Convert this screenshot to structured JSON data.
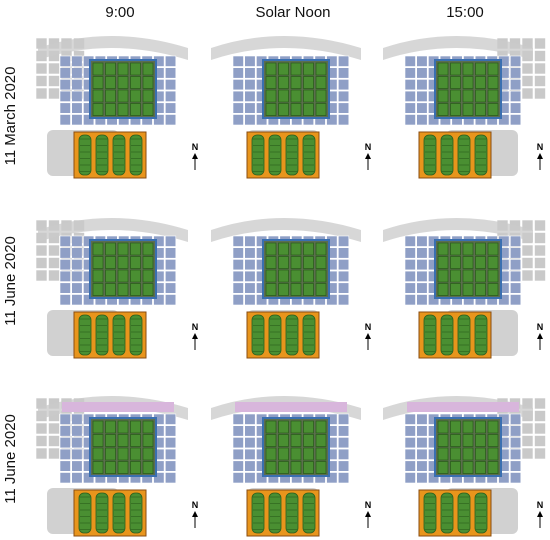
{
  "columns": [
    "9:00",
    "Solar Noon",
    "15:00"
  ],
  "rows": [
    {
      "date": "11 March 2020"
    },
    {
      "date": "11 June 2020"
    },
    {
      "date": "11 June 2020"
    }
  ],
  "north_label": "N",
  "colors": {
    "shadow": "#c9c9c9",
    "shadow_dark": "#8f8f8f",
    "pv_panel": "#8f9fc6",
    "pv_panel_pale": "#b7c0de",
    "pink_panel": "#d8b6dc",
    "field_border": "#3a6fb0",
    "crop": "#4a8f32",
    "crop_dark": "#2b5e1c",
    "soil": "#e8951c",
    "soil_dark": "#8a4d12"
  }
}
